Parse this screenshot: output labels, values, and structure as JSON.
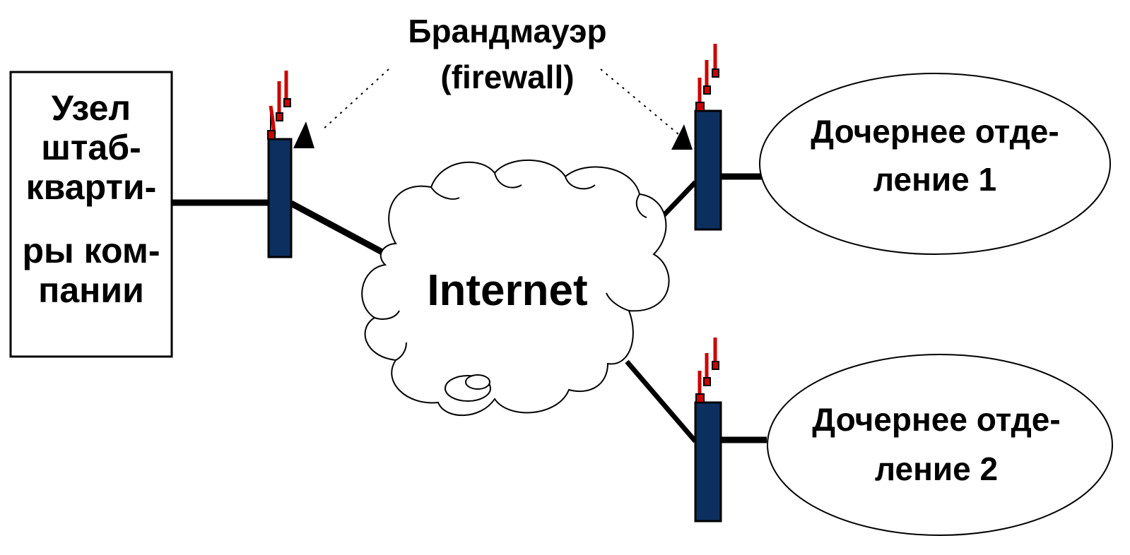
{
  "title": {
    "line1": "Брандмауэр",
    "line2": "(firewall)"
  },
  "headquarters": {
    "lines": [
      "Узел",
      "штаб-",
      "кварти-",
      "ры ком-",
      "пании"
    ]
  },
  "cloud": {
    "label": "Internet"
  },
  "branch1": {
    "line1": "Дочернее отде-",
    "line2": "ление 1"
  },
  "branch2": {
    "line1": "Дочернее отде-",
    "line2": "ление 2"
  },
  "colors": {
    "firewall": "#0d2f5f",
    "flame": "#cc0000",
    "line": "#000000"
  }
}
